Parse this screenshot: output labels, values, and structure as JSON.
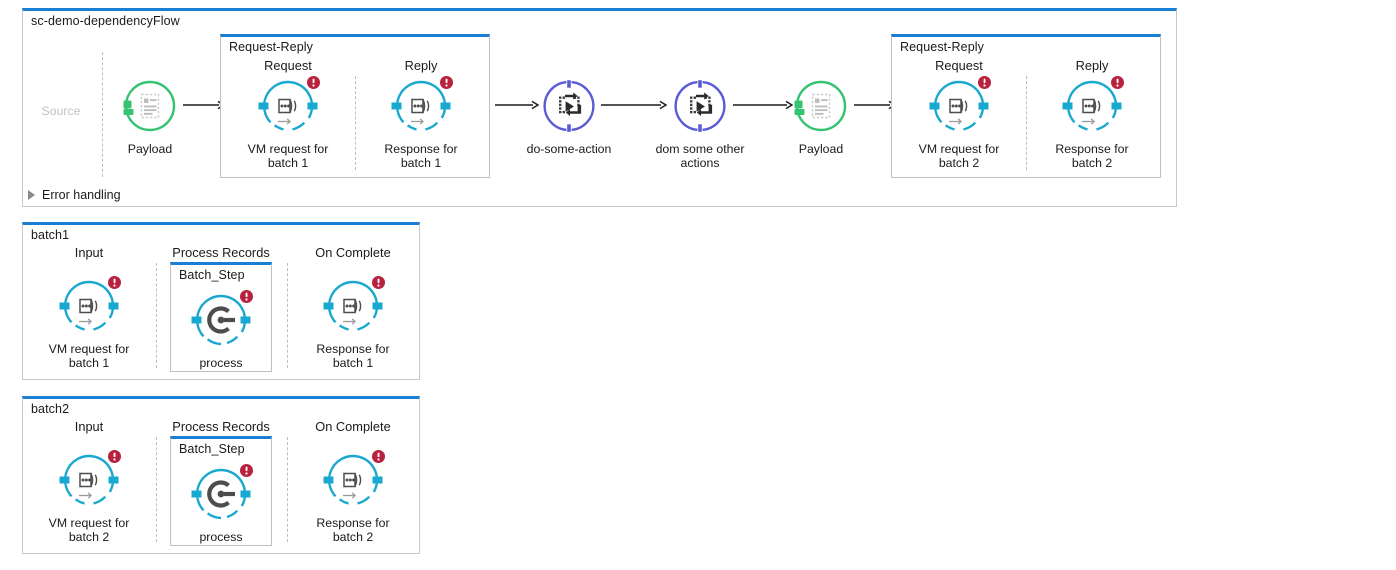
{
  "colors": {
    "frame_accent": "#1a7fd4",
    "frame_border": "#c8c8c8",
    "green": "#35c271",
    "cyan": "#19a8cf",
    "purple": "#5b5bd6",
    "badge_red": "#b8223f",
    "icon_gray": "#4d4d4d",
    "muted_text": "#c2c2c2",
    "dash_gray": "#bdbdbd",
    "arrow_black": "#1a1a1a"
  },
  "main_flow": {
    "title": "sc-demo-dependencyFlow",
    "source_label": "Source",
    "error_handling": {
      "label": "Error handling",
      "expander_icon": "triangle-right-icon",
      "expanded": false
    },
    "nodes": [
      {
        "id": "payload-1",
        "caption": "Payload",
        "icon": "set-payload-icon",
        "color": "green",
        "error": false
      },
      {
        "id": "do-some-action",
        "caption": "do-some-action",
        "icon": "flow-reference-icon",
        "color": "purple",
        "error": false
      },
      {
        "id": "dom-some-other-actions",
        "caption": "dom some other\nactions",
        "icon": "flow-reference-icon",
        "color": "purple",
        "error": false
      },
      {
        "id": "payload-2",
        "caption": "Payload",
        "icon": "set-payload-icon",
        "color": "green",
        "error": false
      }
    ],
    "request_reply_1": {
      "title": "Request-Reply",
      "request_label": "Request",
      "reply_label": "Reply",
      "request_node": {
        "caption": "VM request for\nbatch 1",
        "icon": "vm-publish-consume-icon",
        "color": "cyan",
        "error": true
      },
      "reply_node": {
        "caption": "Response for\nbatch 1",
        "icon": "vm-publish-consume-icon",
        "color": "cyan",
        "error": true
      }
    },
    "request_reply_2": {
      "title": "Request-Reply",
      "request_label": "Request",
      "reply_label": "Reply",
      "request_node": {
        "caption": "VM request for\nbatch 2",
        "icon": "vm-publish-consume-icon",
        "color": "cyan",
        "error": true
      },
      "reply_node": {
        "caption": "Response for\nbatch 2",
        "icon": "vm-publish-consume-icon",
        "color": "cyan",
        "error": true
      }
    }
  },
  "batch1": {
    "title": "batch1",
    "input_label": "Input",
    "process_records_label": "Process Records",
    "on_complete_label": "On Complete",
    "batch_step": {
      "title": "Batch_Step",
      "node": {
        "caption": "process",
        "icon": "batch-step-icon",
        "color": "cyan",
        "error": true
      }
    },
    "input_node": {
      "caption": "VM request for\nbatch 1",
      "icon": "vm-publish-consume-icon",
      "color": "cyan",
      "error": true
    },
    "on_complete_node": {
      "caption": "Response for\nbatch 1",
      "icon": "vm-publish-consume-icon",
      "color": "cyan",
      "error": true
    }
  },
  "batch2": {
    "title": "batch2",
    "input_label": "Input",
    "process_records_label": "Process Records",
    "on_complete_label": "On Complete",
    "batch_step": {
      "title": "Batch_Step",
      "node": {
        "caption": "process",
        "icon": "batch-step-icon",
        "color": "cyan",
        "error": true
      }
    },
    "input_node": {
      "caption": "VM request for\nbatch 2",
      "icon": "vm-publish-consume-icon",
      "color": "cyan",
      "error": true
    },
    "on_complete_node": {
      "caption": "Response for\nbatch 2",
      "icon": "vm-publish-consume-icon",
      "color": "cyan",
      "error": true
    }
  }
}
